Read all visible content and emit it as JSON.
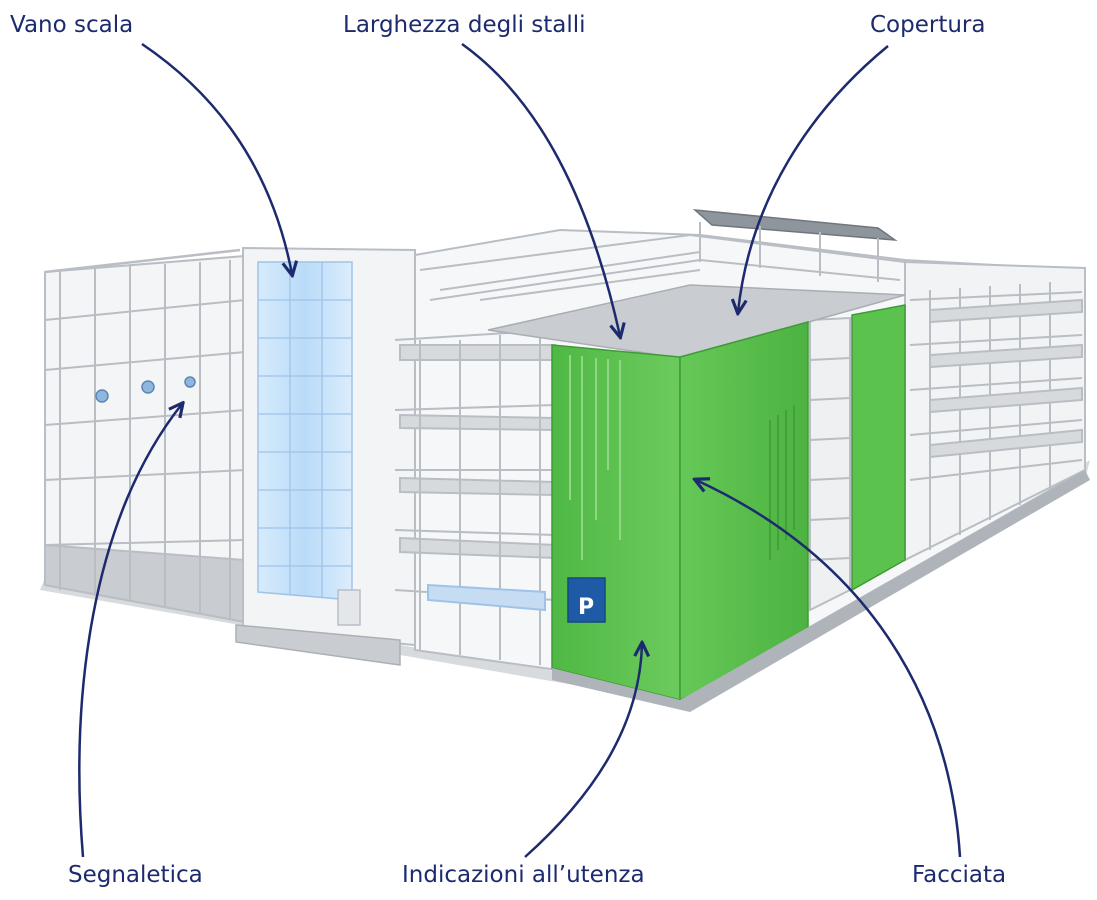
{
  "labels": {
    "vano_scala": "Vano scala",
    "larghezza_stalli": "Larghezza degli stalli",
    "copertura": "Copertura",
    "segnaletica": "Segnaletica",
    "indicazioni_utenza": "Indicazioni all’utenza",
    "facciata": "Facciata"
  },
  "parking_sign": "P",
  "colors": {
    "label_text": "#1d2a6e",
    "arrow": "#1d2a6e",
    "facade_green": "#5cc24e",
    "stair_glass": "#cfe6fb",
    "structure": "#b9bec4",
    "roof": "#c9cdd1",
    "sign_blue": "#1f5aa6"
  }
}
